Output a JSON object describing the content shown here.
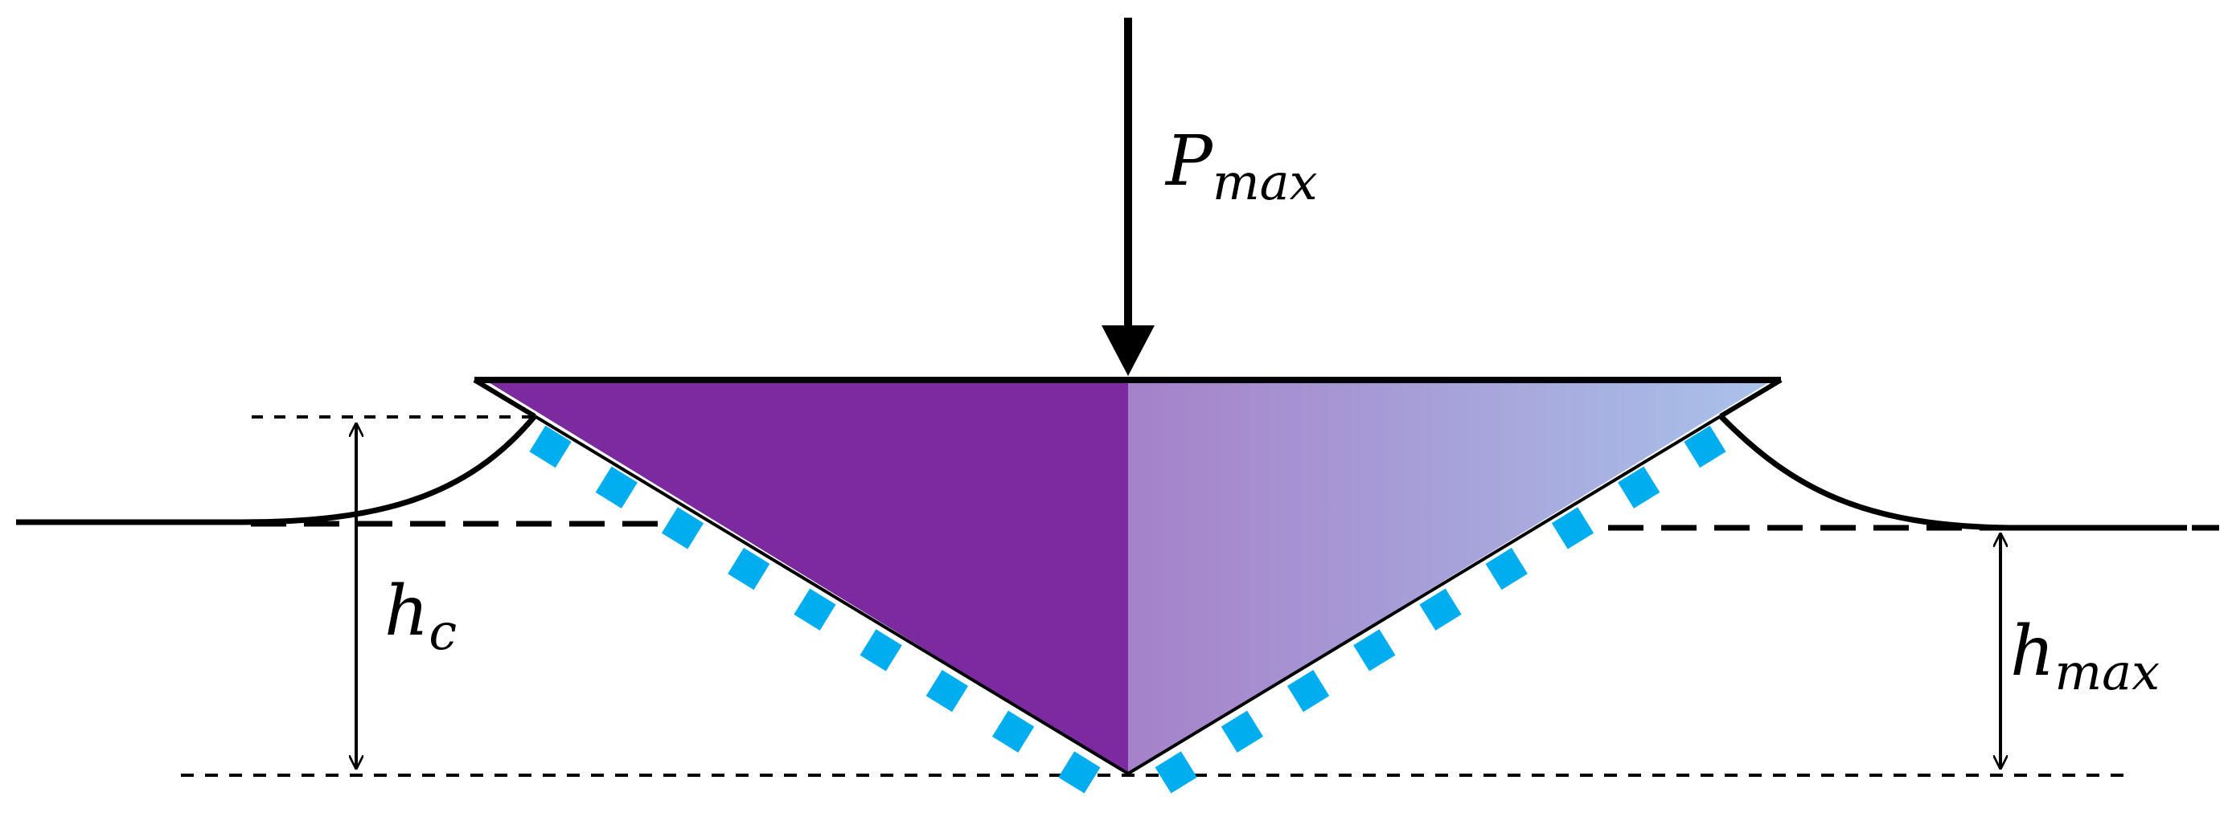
{
  "labels": {
    "load": {
      "symbol": "P",
      "subscript": "max"
    },
    "contact_depth": {
      "symbol": "h",
      "subscript": "c"
    },
    "max_depth": {
      "symbol": "h",
      "subscript": "max"
    }
  },
  "colors": {
    "indenter_left": "#7b2aa0",
    "indenter_gradient_start": "#a581c9",
    "indenter_gradient_end": "#a9c2ea",
    "contact_marks": "#00aeef",
    "lines": "#000000",
    "background": "#ffffff"
  }
}
